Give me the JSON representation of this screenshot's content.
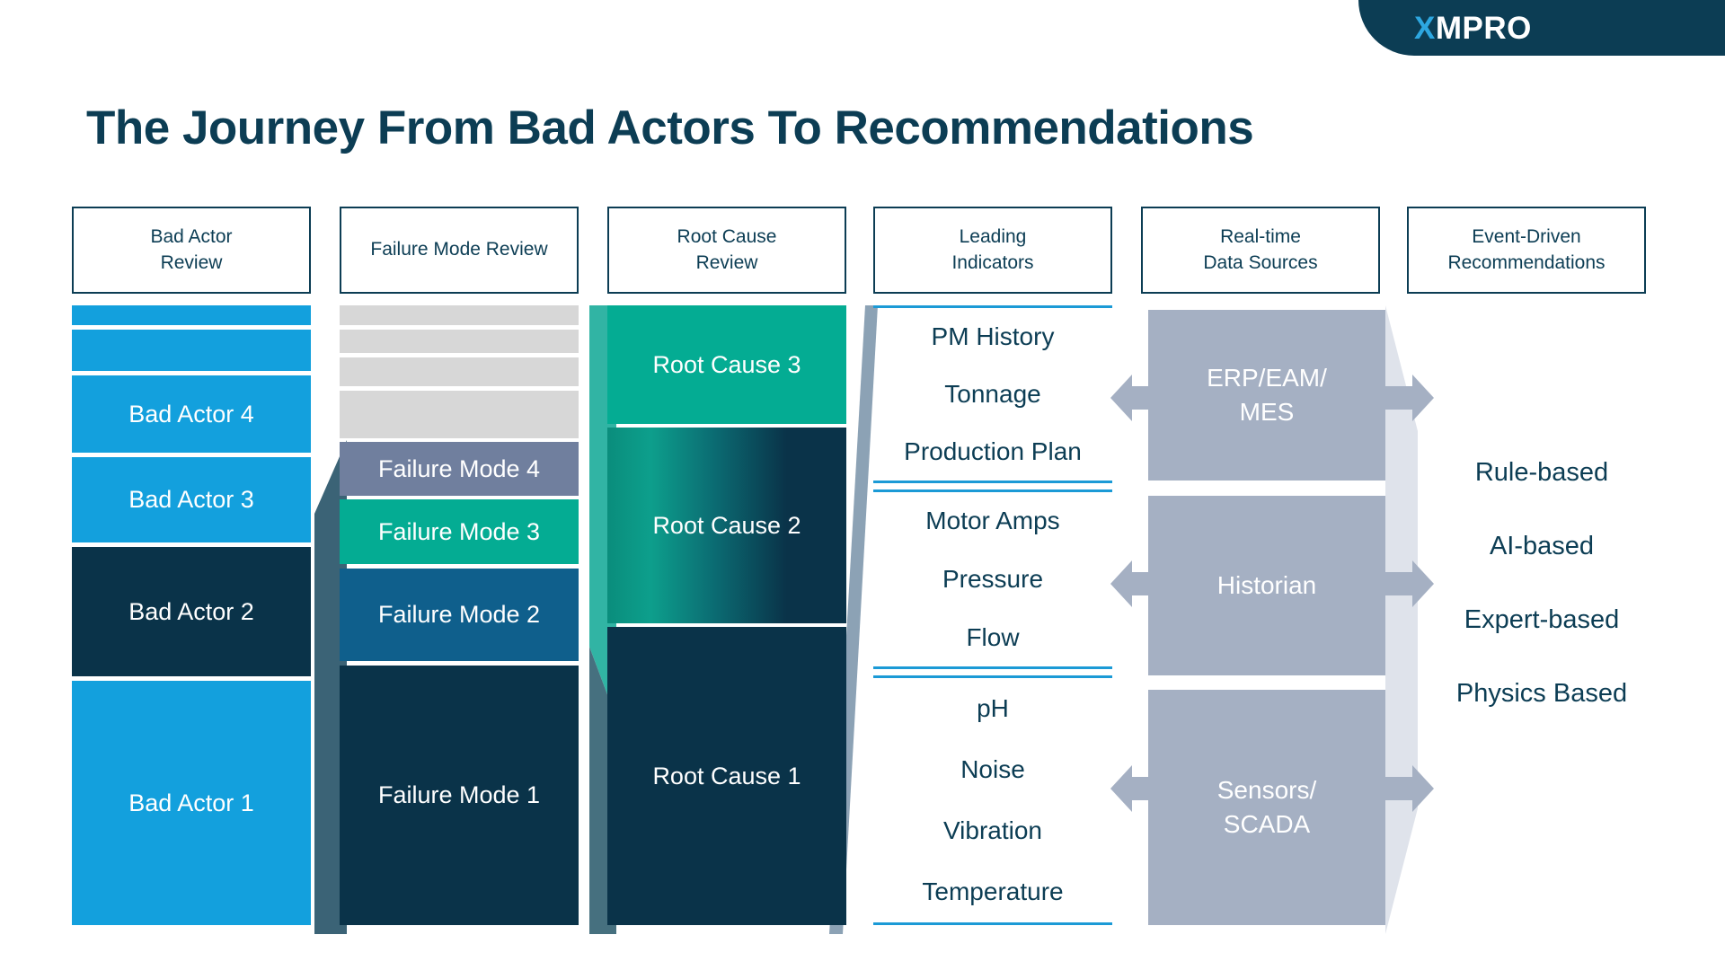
{
  "brand": {
    "logo_x": "X",
    "logo_rest": "MPRO"
  },
  "title": "The Journey From Bad Actors To Recommendations",
  "colors": {
    "navy": "#0c3d54",
    "deep_navy": "#0a3349",
    "bright_blue": "#13a0dd",
    "mid_blue": "#0f5f8c",
    "teal": "#04ac93",
    "slate": "#707f9e",
    "gray": "#d7d7d7",
    "gray_blue": "#a5b0c3",
    "light_gray_blue": "#dfe3eb",
    "rule_blue": "#1b9ad6"
  },
  "headers": [
    {
      "id": "bad-actor-review",
      "label": "Bad Actor\nReview",
      "line1": "Bad Actor",
      "line2": "Review"
    },
    {
      "id": "failure-mode-review",
      "label": "Failure Mode Review",
      "line1": "Failure Mode Review",
      "line2": ""
    },
    {
      "id": "root-cause-review",
      "label": "Root Cause\nReview",
      "line1": "Root Cause",
      "line2": "Review"
    },
    {
      "id": "leading-indicators",
      "label": "Leading\nIndicators",
      "line1": "Leading",
      "line2": "Indicators"
    },
    {
      "id": "real-time-data-sources",
      "label": "Real-time\nData Sources",
      "line1": "Real-time",
      "line2": "Data Sources"
    },
    {
      "id": "event-driven-recommendations",
      "label": "Event-Driven\nRecommendations",
      "line1": "Event-Driven",
      "line2": "Recommendations"
    }
  ],
  "bad_actors": {
    "segments": [
      {
        "label": "",
        "color": "#13a0dd"
      },
      {
        "label": "",
        "color": "#13a0dd"
      },
      {
        "label": "Bad Actor 4",
        "color": "#13a0dd"
      },
      {
        "label": "Bad Actor 3",
        "color": "#13a0dd"
      },
      {
        "label": "Bad Actor 2",
        "color": "#0a3349"
      },
      {
        "label": "Bad Actor 1",
        "color": "#13a0dd"
      }
    ]
  },
  "failure_modes": {
    "segments": [
      {
        "label": "",
        "color": "#d7d7d7"
      },
      {
        "label": "",
        "color": "#d7d7d7"
      },
      {
        "label": "",
        "color": "#d7d7d7"
      },
      {
        "label": "",
        "color": "#d7d7d7"
      },
      {
        "label": "Failure Mode 4",
        "color": "#707f9e"
      },
      {
        "label": "Failure Mode 3",
        "color": "#04ac93"
      },
      {
        "label": "Failure Mode 2",
        "color": "#0f5f8c"
      },
      {
        "label": "Failure Mode 1",
        "color": "#0a3349"
      }
    ]
  },
  "root_causes": {
    "segments": [
      {
        "label": "Root Cause 3",
        "color": "#04ac93"
      },
      {
        "label": "Root Cause 2",
        "color": "gradient"
      },
      {
        "label": "Root Cause 1",
        "color": "#0a3349"
      }
    ]
  },
  "leading_indicators": {
    "groups": [
      {
        "id": "group-erp",
        "items": [
          "PM History",
          "Tonnage",
          "Production Plan"
        ]
      },
      {
        "id": "group-historian",
        "items": [
          "Motor Amps",
          "Pressure",
          "Flow"
        ]
      },
      {
        "id": "group-sensors",
        "items": [
          "pH",
          "Noise",
          "Vibration",
          "Temperature"
        ]
      }
    ]
  },
  "data_sources": [
    {
      "id": "erp-eam-mes",
      "line1": "ERP/EAM/",
      "line2": "MES"
    },
    {
      "id": "historian",
      "line1": "Historian",
      "line2": ""
    },
    {
      "id": "sensors-scada",
      "line1": "Sensors/",
      "line2": "SCADA"
    }
  ],
  "recommendations": [
    "Rule-based",
    "AI-based",
    "Expert-based",
    "Physics Based"
  ]
}
